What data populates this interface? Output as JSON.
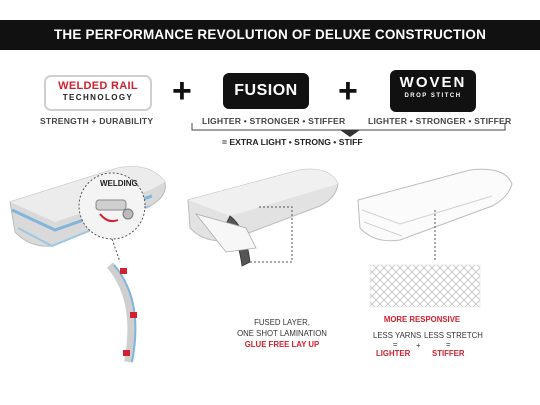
{
  "banner": {
    "title": "THE PERFORMANCE REVOLUTION OF DELUXE CONSTRUCTION"
  },
  "badges": {
    "welded_line1": "WELDED RAIL",
    "welded_line2": "TECHNOLOGY",
    "fusion": "FUSION",
    "woven_line1": "WOVEN",
    "woven_line2": "DROP STITCH",
    "plus": "+"
  },
  "captions": {
    "welded": "STRENGTH + DURABILITY",
    "fusion": "LIGHTER • STRONGER • STIFFER",
    "woven": "LIGHTER • STRONGER • STIFFER",
    "summary": "= EXTRA LIGHT • STRONG • STIFF"
  },
  "diagram": {
    "welding_label": "WELDING",
    "fused_line1": "FUSED LAYER,",
    "fused_line2": "ONE SHOT LAMINATION",
    "fused_line3": "GLUE FREE LAY UP",
    "more_responsive": "MORE RESPONSIVE",
    "less_yarns": "LESS YARNS",
    "equals": "=",
    "plus": "+",
    "less_stretch": "LESS STRETCH",
    "lighter": "LIGHTER",
    "stiffer": "STIFFER"
  },
  "colors": {
    "accent_red": "#d1202f",
    "banner_bg": "#111111",
    "rail_blue": "#7fb6d9"
  }
}
